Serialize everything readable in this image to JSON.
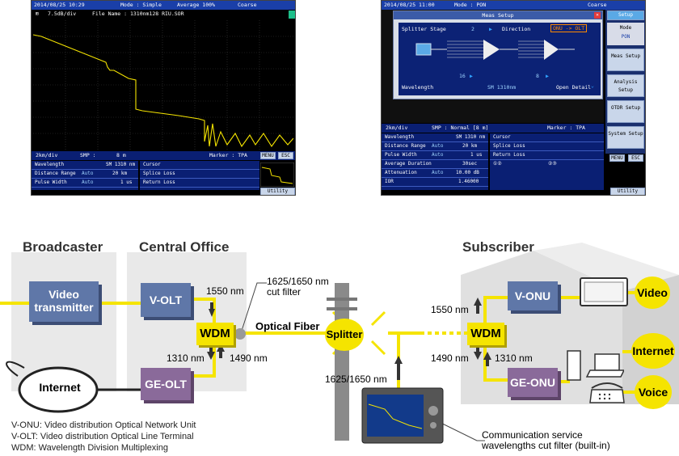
{
  "screen_left": {
    "status": {
      "datetime": "2014/08/25 10:29",
      "mode": "Mode : Simple",
      "average": "Average 100%",
      "sweep": "Coarse"
    },
    "toolbar": {
      "scale": "7.5dB/div",
      "file": "File Name : 1310nm128 RIU.SOR"
    },
    "bottom_bar": {
      "range": "2km/div",
      "smp_label": "SMP :",
      "smp_value": "8 m",
      "marker": "Marker : TPA"
    },
    "menu": "MENU",
    "esc": "ESC",
    "params": [
      {
        "name": "Wavelength",
        "mode": "",
        "value": "SM 1310 nm"
      },
      {
        "name": "Distance Range",
        "mode": "Auto",
        "value": "20 km"
      },
      {
        "name": "Pulse Width",
        "mode": "Auto",
        "value": "1 us"
      }
    ],
    "results": [
      "Cursor",
      "Splice Loss",
      "Return Loss"
    ],
    "utility": "Utility"
  },
  "screen_right": {
    "status": {
      "datetime": "2014/08/25 11:00",
      "mode": "Mode : PON",
      "sweep": "Coarse"
    },
    "dialog": {
      "title": "Meas Setup",
      "splitter_label": "Splitter Stage",
      "splitter_value": "2",
      "direction_label": "Direction",
      "direction_value": "ONU -> OLT",
      "ratio1": "16",
      "ratio2": "8",
      "wavelength_label": "Wavelength",
      "wavelength_value": "SM 1310nm",
      "open_detail": "Open Detail"
    },
    "side_menu": {
      "title": "Setup",
      "items": [
        "Mode",
        "PON",
        "Meas Setup",
        "Analysis Setup",
        "OTDR Setup",
        "System Setup"
      ]
    },
    "bottom_bar": {
      "range": "2km/div",
      "smp": "SMP : Normal [8 m]",
      "marker": "Marker : TPA"
    },
    "params": [
      {
        "name": "Wavelength",
        "mode": "",
        "value": "SM 1310 nm"
      },
      {
        "name": "Distance Range",
        "mode": "Auto",
        "value": "20 km"
      },
      {
        "name": "Pulse Width",
        "mode": "Auto",
        "value": "1 us"
      },
      {
        "name": "Average Duration",
        "mode": "",
        "value": "30sec"
      },
      {
        "name": "Attenuation",
        "mode": "Auto",
        "value": "10.00 dB"
      },
      {
        "name": "IOR",
        "mode": "",
        "value": "1.46000"
      }
    ],
    "results": [
      "Cursor",
      "Splice Loss",
      "Return Loss"
    ],
    "markers": [
      "①②",
      "②③"
    ],
    "menu": "MENU",
    "esc": "ESC",
    "utility": "Utility"
  },
  "diagram": {
    "headers": {
      "broadcaster": "Broadcaster",
      "central_office": "Central Office",
      "subscriber": "Subscriber"
    },
    "boxes": {
      "video_transmitter": "Video transmitter",
      "v_olt": "V-OLT",
      "ge_olt": "GE-OLT",
      "wdm_left": "WDM",
      "wdm_right": "WDM",
      "v_onu": "V-ONU",
      "ge_onu": "GE-ONU"
    },
    "ovals": {
      "internet_left": "Internet"
    },
    "circles": {
      "splitter": "Splitter",
      "video": "Video",
      "internet": "Internet",
      "voice": "Voice"
    },
    "labels": {
      "nm1550_left": "1550 nm",
      "nm1310_left": "1310 nm",
      "nm1490_left": "1490 nm",
      "cut_filter": "1625/1650 nm\ncut filter",
      "optical_fiber": "Optical Fiber",
      "nm1625_1650": "1625/1650 nm",
      "nm1550_right": "1550 nm",
      "nm1490_right": "1490 nm",
      "nm1310_right": "1310 nm",
      "comm_filter": "Communication service\nwavelengths cut filter (built-in)"
    },
    "legend": [
      "V-ONU: Video distribution Optical Network Unit",
      "V-OLT: Video distribution Optical Line Terminal",
      "WDM: Wavelength Division Multiplexing"
    ],
    "colors": {
      "fiber": "#f5e400",
      "box_blue": "#5f77a8",
      "box_purple": "#8a6a9a",
      "region": "#e9e9e9"
    }
  }
}
